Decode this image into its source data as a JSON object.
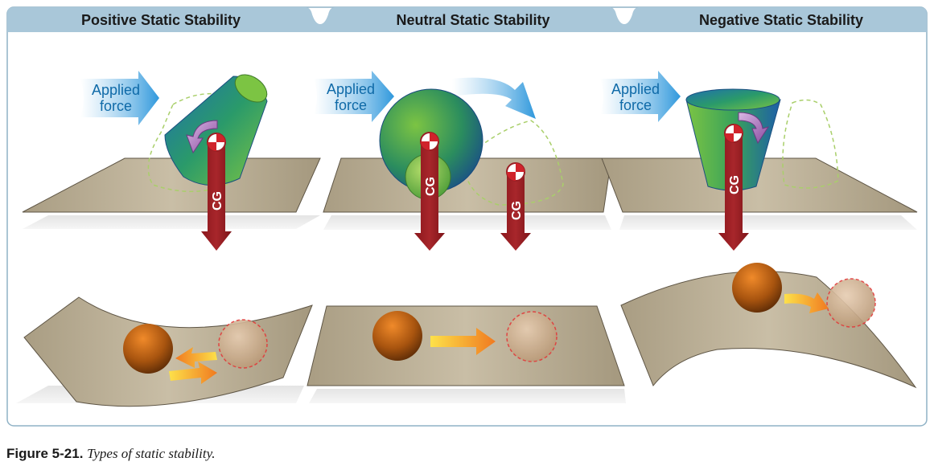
{
  "panels": [
    {
      "title": "Positive Static Stability",
      "force_line1": "Applied",
      "force_line2": "force",
      "cg": "CG"
    },
    {
      "title": "Neutral Static Stability",
      "force_line1": "Applied",
      "force_line2": "force",
      "cg": "CG",
      "cg2": "CG"
    },
    {
      "title": "Negative Static Stability",
      "force_line1": "Applied",
      "force_line2": "force",
      "cg": "CG"
    }
  ],
  "caption": {
    "number": "Figure 5-21.",
    "text": "Types of static stability."
  },
  "colors": {
    "header": "#a9c7d9",
    "frame": "#8fb2c6",
    "surface": "#b8ab90",
    "cg_arrow": "#9a1f24",
    "ball": "#8a4a12",
    "force_arrow": "#3aa0dc"
  }
}
